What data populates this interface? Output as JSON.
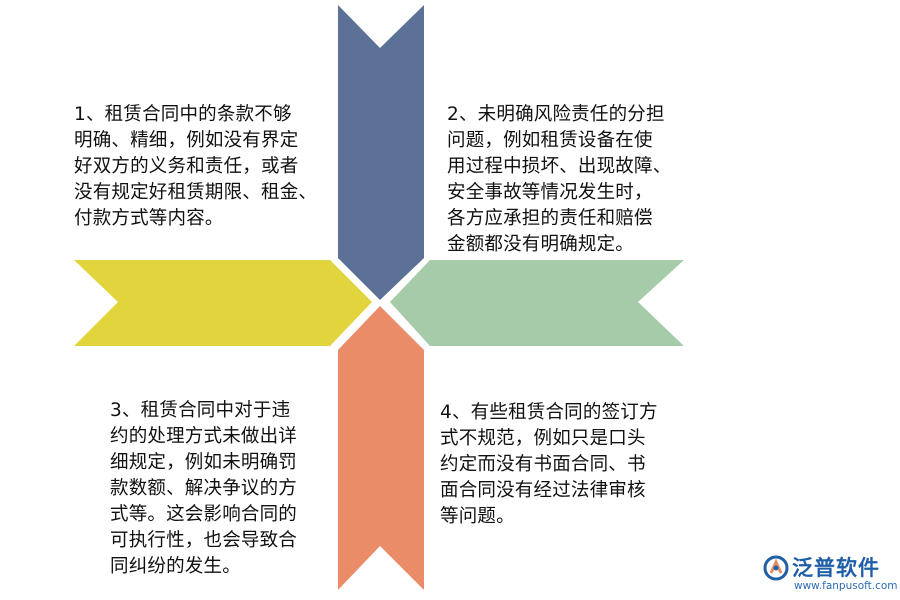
{
  "diagram": {
    "colors": {
      "top_arrow": "#5b7196",
      "left_arrow": "#e2d43c",
      "right_arrow": "#a6cba8",
      "bottom_arrow": "#e98c67"
    },
    "items": [
      {
        "text": "1、租赁合同中的条款不够\n明确、精细，例如没有界定\n好双方的义务和责任，或者\n没有规定好租赁期限、租金、\n付款方式等内容。"
      },
      {
        "text": "2、未明确风险责任的分担\n问题，例如租赁设备在使\n用过程中损坏、出现故障、\n安全事故等情况发生时，\n各方应承担的责任和赔偿\n金额都没有明确规定。"
      },
      {
        "text": "3、租赁合同中对于违\n约的处理方式未做出详\n细规定，例如未明确罚\n款数额、解决争议的方\n式等。这会影响合同的\n可执行性，也会导致合\n同纠纷的发生。"
      },
      {
        "text": "4、有些租赁合同的签订方\n式不规范，例如只是口头\n约定而没有书面合同、书\n面合同没有经过法律审核\n等问题。"
      }
    ]
  },
  "logo": {
    "name": "泛普软件",
    "url": "www.fanpusoft.com",
    "icon": "fanpu-logo-icon",
    "color": "#1f5fa8"
  }
}
